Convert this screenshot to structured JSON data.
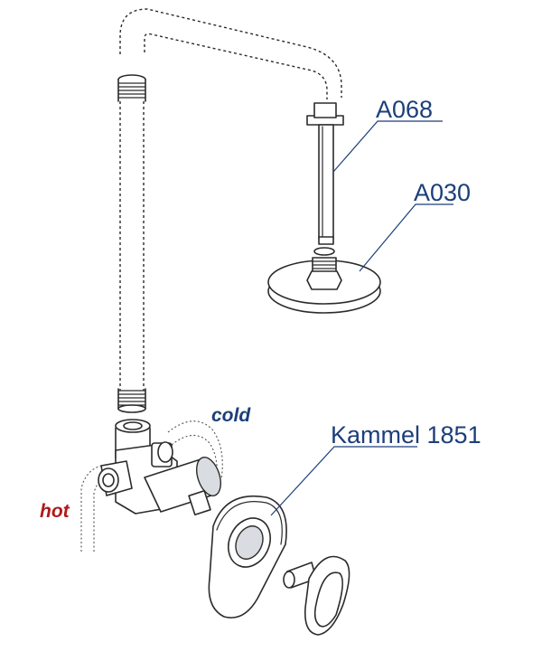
{
  "labels": {
    "arm_code": "A068",
    "head_code": "A030",
    "mixer_name": "Kammel 1851",
    "cold": "cold",
    "hot": "hot"
  },
  "colors": {
    "label_blue": "#1c3f7a",
    "hot_red": "#b01a1a",
    "line": "#2b2b2b"
  }
}
